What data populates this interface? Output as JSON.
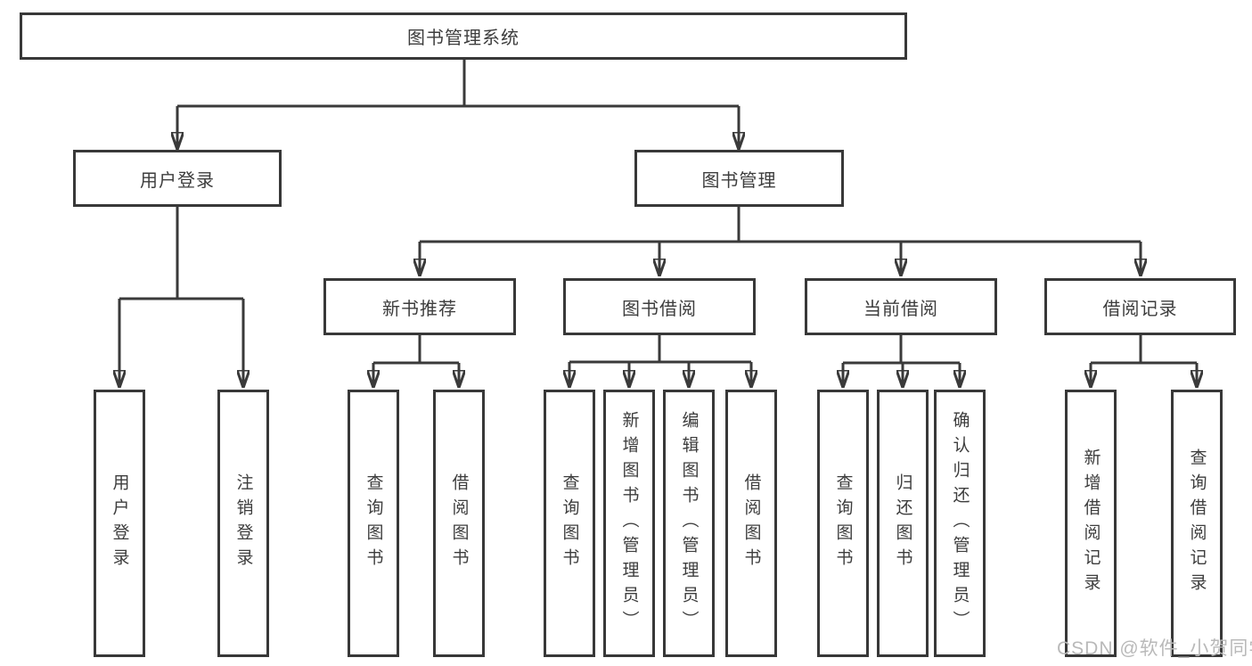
{
  "tree": {
    "root": {
      "label": "图书管理系统"
    },
    "branches": [
      {
        "label": "用户登录",
        "children": [
          {
            "label": "用户登录"
          },
          {
            "label": "注销登录"
          }
        ]
      },
      {
        "label": "图书管理",
        "groups": [
          {
            "label": "新书推荐",
            "children": [
              {
                "label": "查询图书"
              },
              {
                "label": "借阅图书"
              }
            ]
          },
          {
            "label": "图书借阅",
            "children": [
              {
                "label": "查询图书"
              },
              {
                "label": "新增图书（管理员）"
              },
              {
                "label": "编辑图书（管理员）"
              },
              {
                "label": "借阅图书"
              }
            ]
          },
          {
            "label": "当前借阅",
            "children": [
              {
                "label": "查询图书"
              },
              {
                "label": "归还图书"
              },
              {
                "label": "确认归还（管理员）"
              }
            ]
          },
          {
            "label": "借阅记录",
            "children": [
              {
                "label": "新增借阅记录"
              },
              {
                "label": "查询借阅记录"
              }
            ]
          }
        ]
      }
    ]
  },
  "watermark": {
    "text": "CSDN @软件_小贺同学"
  },
  "colors": {
    "line": "#3a3a3a",
    "node_border": "#383838",
    "node_text": "#3d3d3d",
    "watermark": "#b9b9b9",
    "background": "#ffffff"
  }
}
